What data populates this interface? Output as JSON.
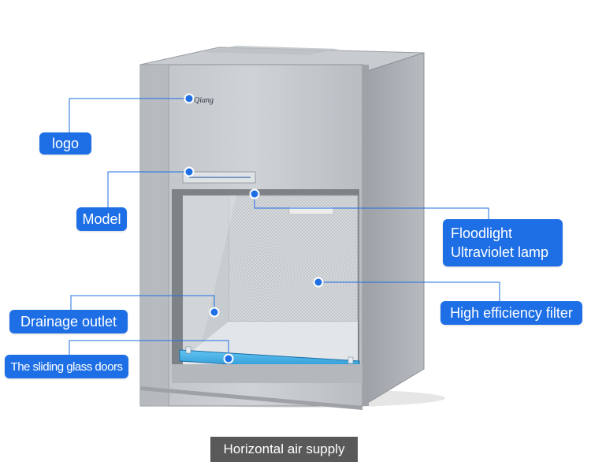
{
  "brand_mark": "Qiang",
  "labels": {
    "logo": "logo",
    "model": "Model",
    "floodlight_line1": "Floodlight",
    "floodlight_line2": "Ultraviolet lamp",
    "filter": "High efficiency filter",
    "drainage": "Drainage outlet",
    "doors": "The sliding glass doors"
  },
  "caption": "Horizontal air supply",
  "colors": {
    "accent": "#1e6fe6",
    "caption_bg": "#595959",
    "cabinet": "#a9adb2",
    "door_rail": "#2aa3e0"
  },
  "icons": [
    "logo-mark",
    "marker-dot"
  ]
}
